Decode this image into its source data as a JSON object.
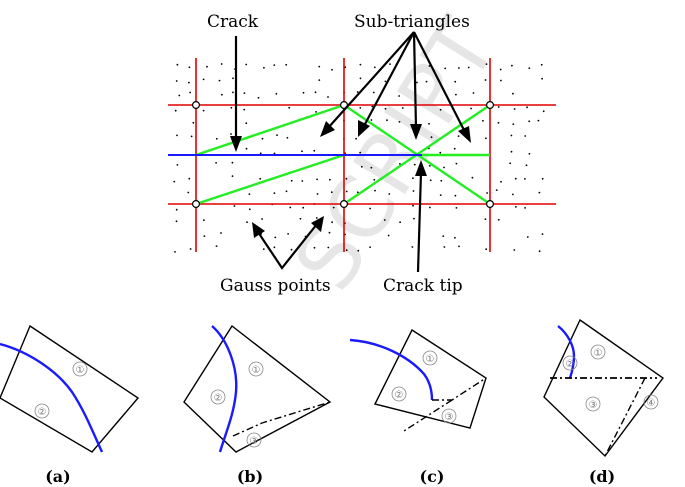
{
  "top_diagram": {
    "labels": {
      "crack": "Crack",
      "sub_triangles": "Sub-triangles",
      "gauss_points": "Gauss points",
      "crack_tip": "Crack tip"
    },
    "colors": {
      "grid": "#e00000",
      "crack": "#1a1aff",
      "subdivision": "#22ee22",
      "watermark": "#d8d8d8"
    }
  },
  "watermark": "SCRIPT",
  "panels": [
    {
      "caption": "(a)",
      "regions": [
        "①",
        "②"
      ]
    },
    {
      "caption": "(b)",
      "regions": [
        "①",
        "②",
        "③"
      ]
    },
    {
      "caption": "(c)",
      "regions": [
        "①",
        "②",
        "③"
      ]
    },
    {
      "caption": "(d)",
      "regions": [
        "①",
        "②",
        "③",
        "④"
      ]
    }
  ]
}
